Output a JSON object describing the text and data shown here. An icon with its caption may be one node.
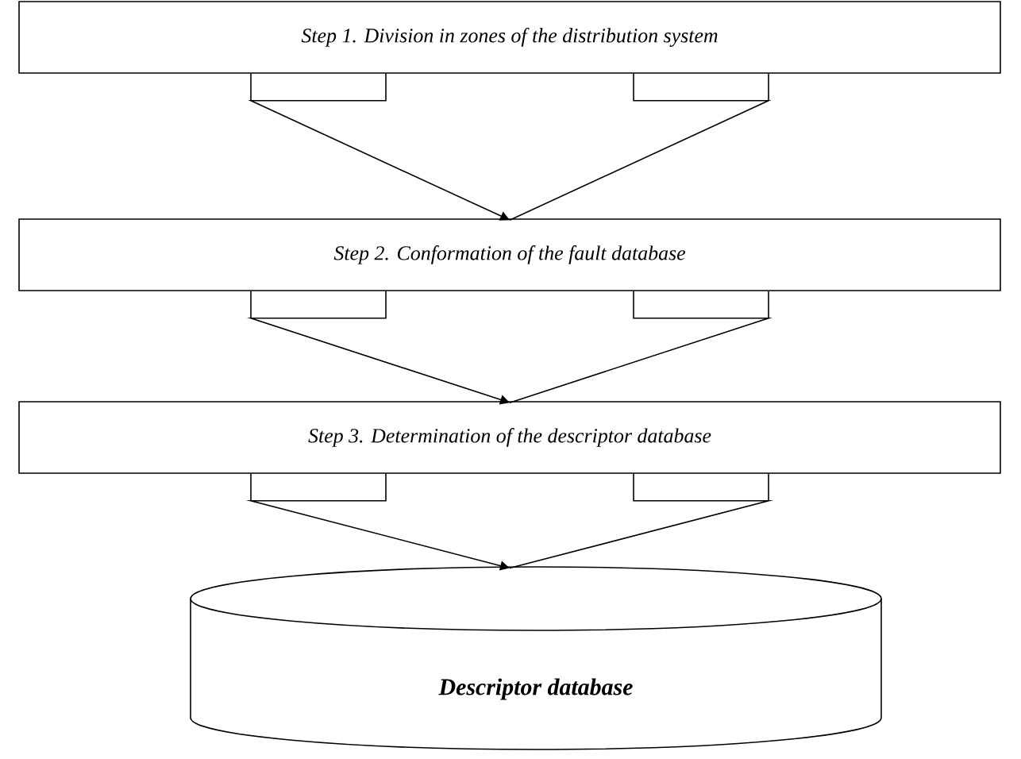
{
  "diagram": {
    "nodes": [
      {
        "text": [
          "Step 1. Division in zones of the distribution system"
        ]
      },
      {
        "text": [
          "Step 2. Conformation of the fault database"
        ]
      },
      {
        "text": [
          "Step 3. Determination of the descriptor database"
        ]
      },
      {
        "text": [
          "Descriptor database"
        ]
      }
    ],
    "edges": [
      {
        "from": 0,
        "to": 1,
        "arrow": "to"
      },
      {
        "from": 1,
        "to": 2,
        "arrow": "to"
      },
      {
        "from": 2,
        "to": 3,
        "arrow": "to"
      }
    ]
  }
}
